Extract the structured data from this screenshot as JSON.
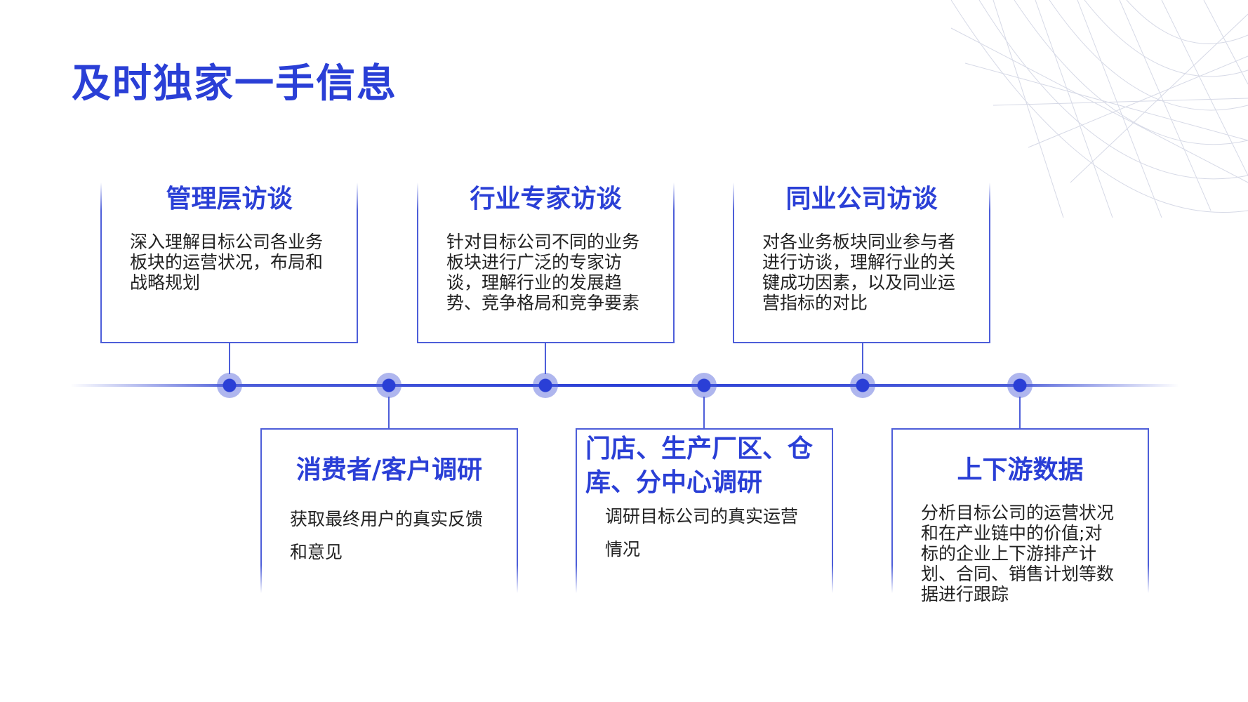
{
  "title": "及时独家一手信息",
  "colors": {
    "accent": "#2a3fd6",
    "line": "#4d5ed9",
    "text": "#222222"
  },
  "top_cards": [
    {
      "title": "管理层访谈",
      "desc": "深入理解目标公司各业务板块的运营状况，布局和战略规划"
    },
    {
      "title": "行业专家访谈",
      "desc": "针对目标公司不同的业务板块进行广泛的专家访谈，理解行业的发展趋势、竞争格局和竞争要素"
    },
    {
      "title": "同业公司访谈",
      "desc": "对各业务板块同业参与者进行访谈，理解行业的关键成功因素，以及同业运营指标的对比"
    }
  ],
  "bottom_cards": [
    {
      "title": "消费者/客户调研",
      "desc": "获取最终用户的真实反馈和意见"
    },
    {
      "title": "门店、生产厂区、仓库、分中心调研",
      "desc": "调研目标公司的真实运营情况"
    },
    {
      "title": "上下游数据",
      "desc": "分析目标公司的运营状况和在产业链中的价值;对标的企业上下游排产计划、合同、销售计划等数据进行跟踪"
    }
  ]
}
